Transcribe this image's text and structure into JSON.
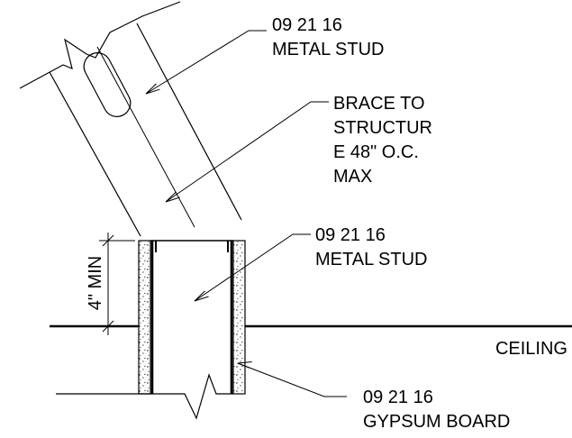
{
  "diagram": {
    "labels": {
      "stud_top": [
        "09 21 16",
        "METAL STUD"
      ],
      "brace": [
        "BRACE TO",
        "STRUCTUR",
        "E 48\" O.C.",
        "MAX"
      ],
      "stud_mid": [
        "09 21 16",
        "METAL STUD"
      ],
      "ceiling": "CEILING",
      "gypsum": [
        "09 21 16",
        "GYPSUM BOARD"
      ],
      "dimension": "4\" MIN"
    }
  }
}
